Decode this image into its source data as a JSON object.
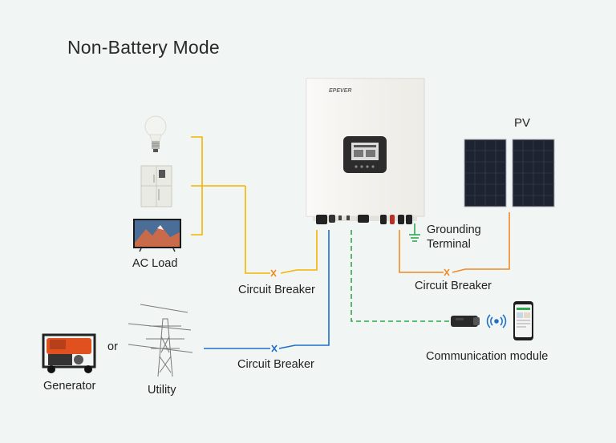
{
  "title": "Non-Battery Mode",
  "labels": {
    "pv": "PV",
    "ac_load": "AC Load",
    "cb_ac_load": "Circuit Breaker",
    "cb_pv": "Circuit Breaker",
    "cb_utility": "Circuit Breaker",
    "grounding_line1": "Grounding",
    "grounding_line2": "Terminal",
    "communication": "Communication module",
    "generator": "Generator",
    "or": "or",
    "utility": "Utility"
  },
  "inverter": {
    "brand": "EPEVER"
  },
  "colors": {
    "ac_load_wire": "#f5b400",
    "pv_wire": "#f08a24",
    "utility_wire": "#1f6fc9",
    "comm_wire": "#2fa84f",
    "ground": "#2fa84f",
    "breaker_mark": "#f08a24"
  },
  "icons": [
    "light-bulb-icon",
    "refrigerator-icon",
    "television-icon",
    "generator-icon",
    "power-tower-icon",
    "solar-panel-icon",
    "wifi-signal-icon",
    "smartphone-icon",
    "communication-dongle-icon"
  ]
}
